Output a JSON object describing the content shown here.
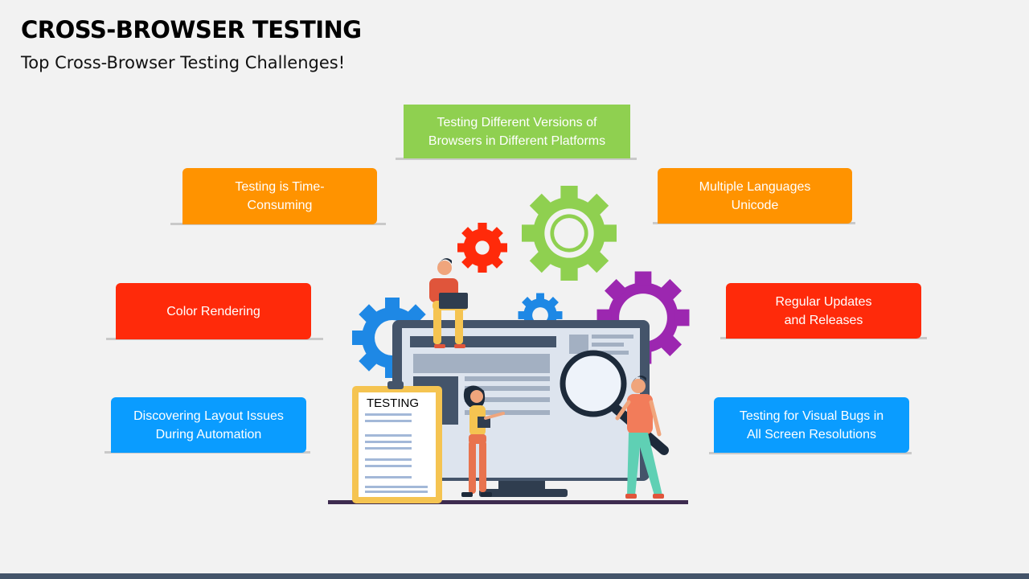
{
  "header": {
    "title": "CROSS-BROWSER TESTING",
    "subtitle": "Top Cross-Browser Testing Challenges!"
  },
  "cards": {
    "top": {
      "label": "Testing Different Versions of\nBrowsers in Different Platforms",
      "color": "#8fd050"
    },
    "left_1": {
      "label": "Testing is Time-\nConsuming",
      "color": "#ff9300"
    },
    "left_2": {
      "label": "Color Rendering",
      "color": "#ff2a0a"
    },
    "left_3": {
      "label": "Discovering Layout Issues\nDuring Automation",
      "color": "#0a9cff"
    },
    "right_1": {
      "label": "Multiple Languages\nUnicode",
      "color": "#ff9300"
    },
    "right_2": {
      "label": "Regular Updates\nand Releases",
      "color": "#ff2a0a"
    },
    "right_3": {
      "label": "Testing for Visual Bugs in\nAll Screen Resolutions",
      "color": "#0a9cff"
    }
  },
  "illustration": {
    "clipboard_label": "TESTING",
    "gear_colors": [
      "#ff2a0a",
      "#8fd050",
      "#1e88e5",
      "#9c27b0"
    ]
  }
}
